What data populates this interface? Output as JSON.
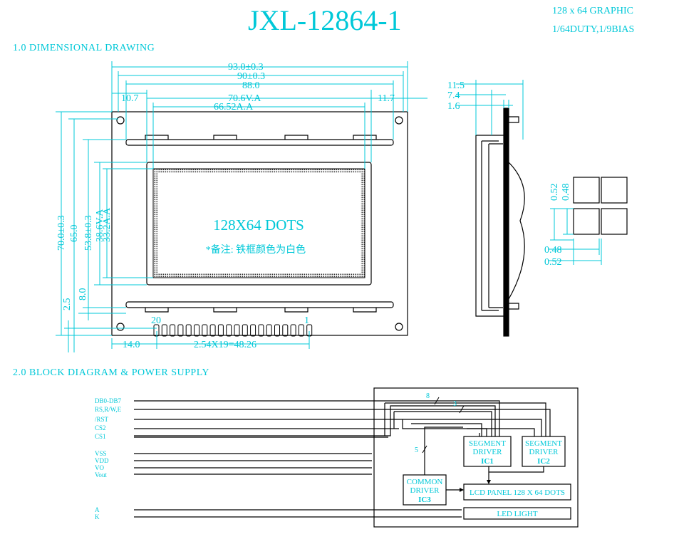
{
  "header": {
    "model": "JXL-12864-1",
    "spec_line1": "128 x 64 GRAPHIC",
    "spec_line2": "1/64DUTY,1/9BIAS"
  },
  "section1": {
    "title": "1.0  DIMENSIONAL DRAWING",
    "display_label": "128X64 DOTS",
    "note": "*备注: 铁框颜色为白色",
    "pin_first": "20",
    "pin_last": "1",
    "dims_horizontal": {
      "overall": "93.0±0.3",
      "pcb": "90±0.3",
      "bezel": "88.0",
      "left_offset": "10.7",
      "va": "70.6V.A",
      "right_offset": "11.7",
      "aa": "66.52A.A",
      "pin_offset": "14.0",
      "pin_pitch": "2.54X19=48.26"
    },
    "dims_vertical": {
      "overall": "70.0±0.3",
      "pcb": "65.0",
      "bezel": "53.8±0.3",
      "va": "38.6V.A",
      "aa": "33.2A.A",
      "bottom_offset": "8.0",
      "pin_offset": "2.5"
    },
    "dims_side": {
      "total": "11.5",
      "module": "7.4",
      "pcb": "1.6"
    },
    "dot_size": {
      "pitch": "0.52",
      "dot": "0.48"
    }
  },
  "section2": {
    "title": "2.0  BLOCK DIAGRAM  &  POWER SUPPLY",
    "signals": [
      "DB0-DB7",
      "RS,R/W,E",
      "/RST",
      "CS2",
      "CS1"
    ],
    "power": [
      "VSS",
      "VDD",
      "VO",
      "Vout"
    ],
    "backlight_pins": [
      "A",
      "K"
    ],
    "bus_labels": [
      "8",
      "3",
      "5"
    ],
    "blocks": {
      "seg1_line1": "SEGMENT",
      "seg1_line2": "DRIVER",
      "seg1_ic": "IC1",
      "seg2_line1": "SEGMENT",
      "seg2_line2": "DRIVER",
      "seg2_ic": "IC2",
      "com_line1": "COMMON",
      "com_line2": "DRIVER",
      "com_ic": "IC3",
      "panel": "LCD PANEL 128 X 64 DOTS",
      "led": "LED LIGHT"
    }
  },
  "colors": {
    "dimension": "#00c8d8",
    "outline": "#000000"
  }
}
